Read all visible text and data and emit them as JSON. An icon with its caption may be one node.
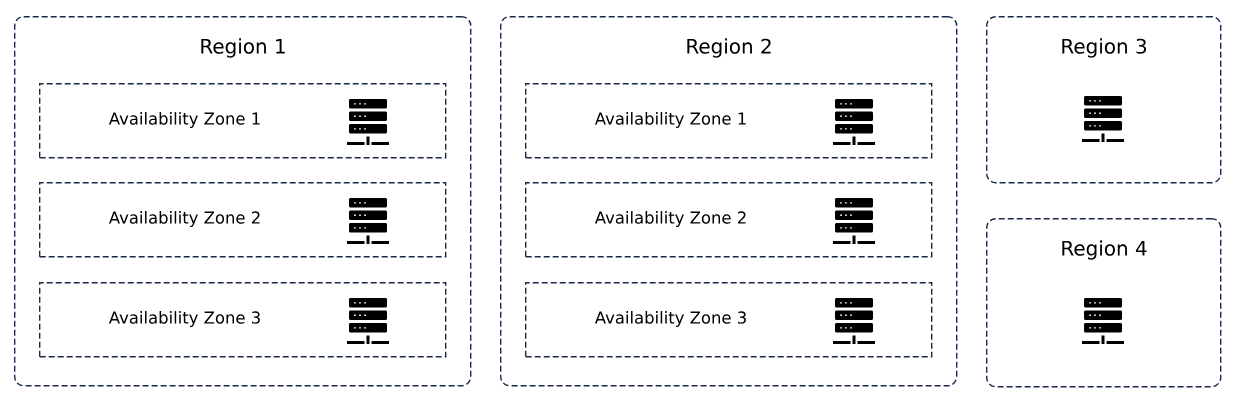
{
  "diagram": {
    "nodes": [
      {
        "text": [
          "Region 1"
        ]
      },
      {
        "text": [
          "Availability Zone 1"
        ],
        "in": 0
      },
      {
        "text": [
          "Availability Zone 2"
        ],
        "in": 0
      },
      {
        "text": [
          "Availability Zone 3"
        ],
        "in": 0
      },
      {
        "text": [
          "Region 2"
        ]
      },
      {
        "text": [
          "Availability Zone 1"
        ],
        "in": 4
      },
      {
        "text": [
          "Availability Zone 2"
        ],
        "in": 4
      },
      {
        "text": [
          "Availability Zone 3"
        ],
        "in": 4
      },
      {
        "text": [
          "Region 3"
        ]
      },
      {
        "text": [
          "Region 4"
        ]
      }
    ]
  }
}
